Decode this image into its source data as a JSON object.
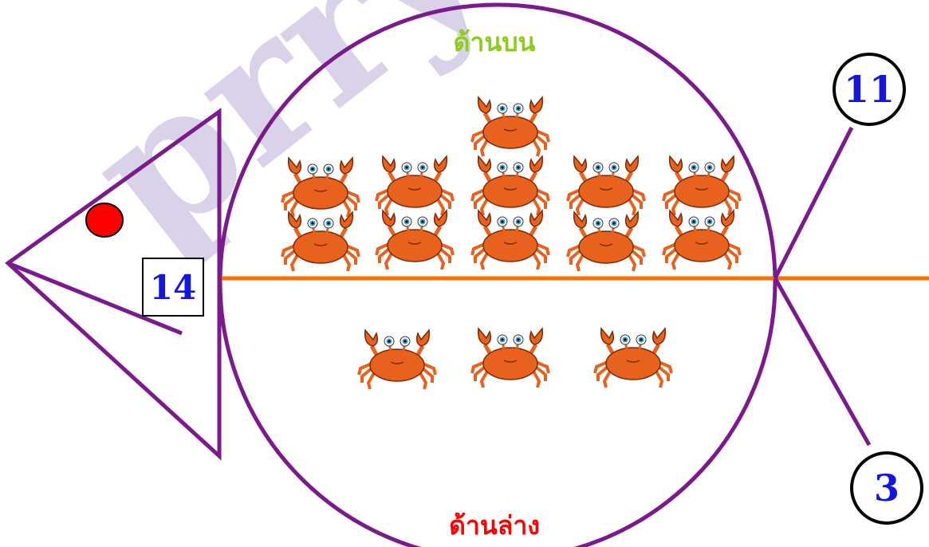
{
  "labels": {
    "top": "ด้านบน",
    "bottom": "ด้านล่าง"
  },
  "counts": {
    "total": "14",
    "top": "11",
    "bottom": "3"
  },
  "watermark": "prry",
  "colors": {
    "outline": "#7a1a8c",
    "spine": "#ff6d00",
    "eye": "#ff0000",
    "label_top": "#8ccc1c",
    "label_bottom": "#ff0000",
    "numbers": "#1515e0",
    "crab": "#e8621e",
    "watermark": "#d9d2e8"
  }
}
